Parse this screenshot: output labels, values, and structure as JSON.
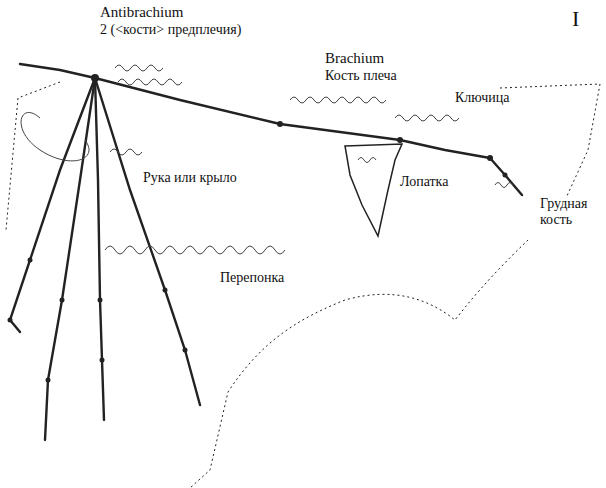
{
  "diagram": {
    "labels": [
      "I",
      "Antibrachium",
      "2 (<кости> предплечия)",
      "Brachium",
      "Кость плеча",
      "Ключица",
      "Лопатка",
      "Рука или крыло",
      "Перепонка",
      "Грудная кость"
    ]
  }
}
